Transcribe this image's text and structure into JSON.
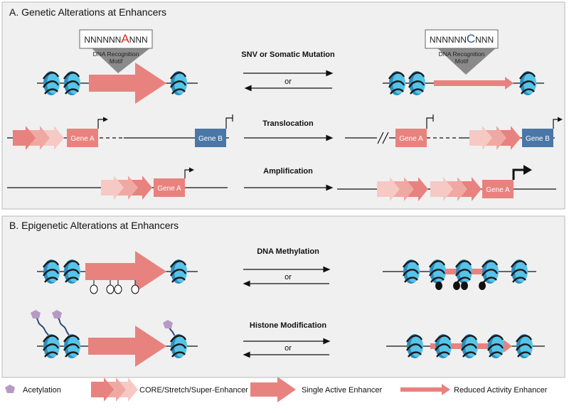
{
  "panelA": {
    "title": "A. Genetic Alterations at Enhancers",
    "snv_label": "SNV or Somatic Mutation",
    "or_label": "or",
    "translocation_label": "Translocation",
    "amplification_label": "Amplification",
    "motif_left": {
      "prefix": "NNNNNN",
      "base": "A",
      "suffix": "NNN",
      "caption_line1": "DNA Recognition",
      "caption_line2": "Motif"
    },
    "motif_right": {
      "prefix": "NNNNNN",
      "base": "C",
      "suffix": "NNN",
      "caption_line1": "DNA Recognition",
      "caption_line2": "Motif"
    },
    "gene_a": "Gene A",
    "gene_b": "Gene B"
  },
  "panelB": {
    "title": "B. Epigenetic Alterations at Enhancers",
    "methylation_label": "DNA Methylation",
    "histone_label": "Histone Modification",
    "or_label": "or"
  },
  "legend": {
    "acetylation": "Acetylation",
    "super_enhancer": "CORE/Stretch/Super-Enhancer",
    "single_active": "Single Active Enhancer",
    "reduced": "Reduced Activity Enhancer"
  },
  "colors": {
    "panel_bg": "#f0f0f0",
    "enhancer": "#e8827e",
    "enhancer_light": "#f6c9c5",
    "gene_b": "#4a76a8",
    "mutated_base_a": "#d62b26",
    "mutated_base_c": "#2f4f9a",
    "nucleosome": "#56c3e8",
    "acetylation": "#b59ac6"
  }
}
